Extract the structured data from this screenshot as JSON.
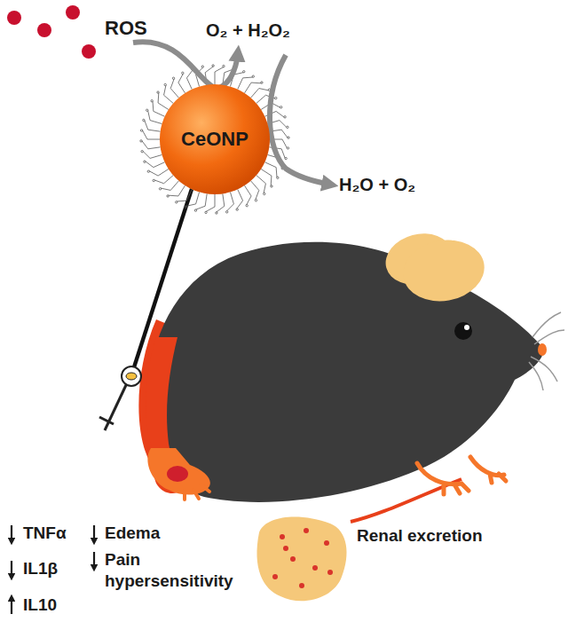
{
  "diagram": {
    "nodes": [
      {
        "text": [
          "CeONP"
        ]
      }
    ],
    "labels": [
      "ROS",
      "O₂ + H₂O₂",
      "H₂O + O₂",
      "TNFα",
      "IL1β",
      "IL10",
      "Edema",
      "Pain hypersensitivity",
      "Renal excretion"
    ]
  }
}
